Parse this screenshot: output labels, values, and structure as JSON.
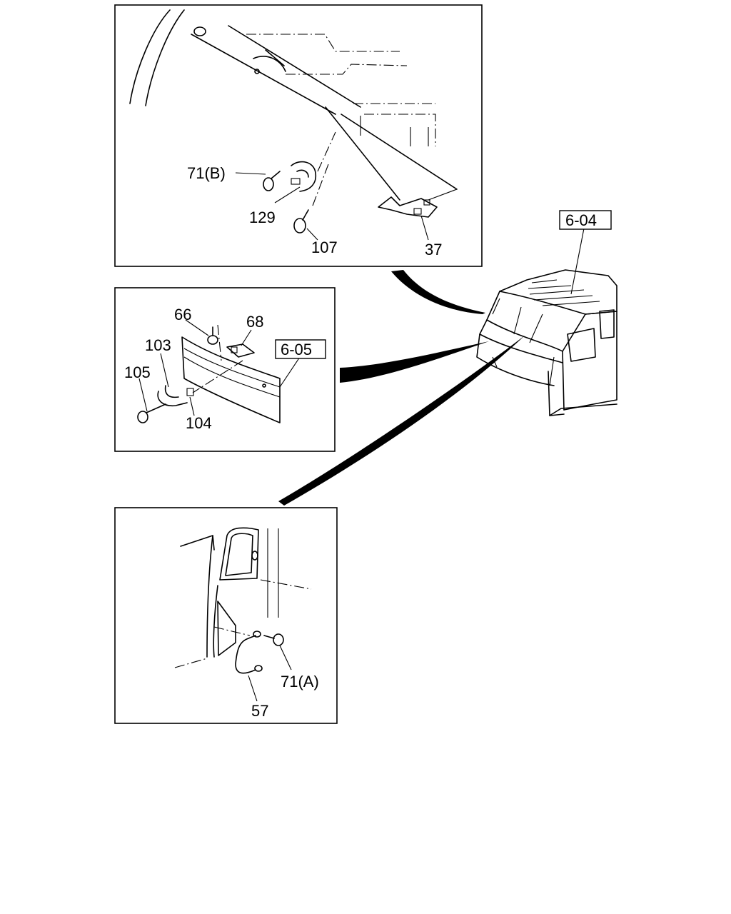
{
  "callouts": {
    "top": [
      "71(B)",
      "129",
      "107",
      "37"
    ],
    "middle": [
      "66",
      "68",
      "103",
      "105",
      "104"
    ],
    "bottom": [
      "71(A)",
      "57"
    ]
  },
  "references": {
    "cab": "6-04",
    "panel": "6-05"
  }
}
